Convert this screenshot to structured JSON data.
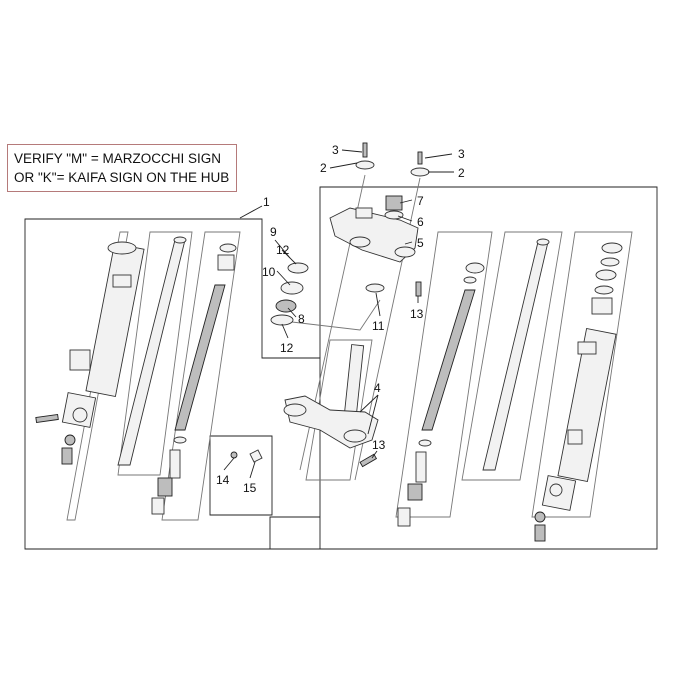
{
  "note": {
    "line1": "VERIFY \"M\" = MARZOCCHI SIGN",
    "line2": "OR \"K\"= KAIFA SIGN ON THE HUB"
  },
  "callouts": {
    "c1": "1",
    "c2a": "2",
    "c2b": "2",
    "c3a": "3",
    "c3b": "3",
    "c4": "4",
    "c5": "5",
    "c6": "6",
    "c7": "7",
    "c8": "8",
    "c9": "9",
    "c10": "10",
    "c11": "11",
    "c12a": "12",
    "c12b": "12",
    "c13a": "13",
    "c13b": "13",
    "c14": "14",
    "c15": "15"
  }
}
